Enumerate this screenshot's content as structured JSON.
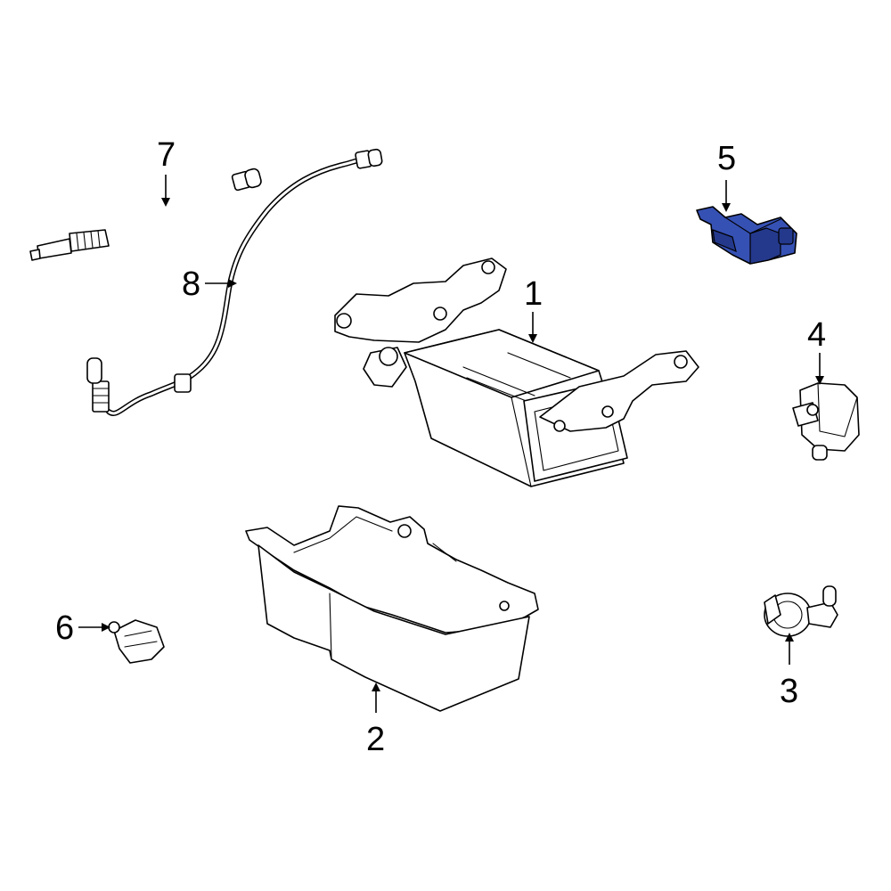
{
  "colors": {
    "background": "#ffffff",
    "line": "#000000",
    "highlight": "#3651b4",
    "highlight_dark": "#24398c"
  },
  "callouts": [
    {
      "id": "1",
      "label": "1"
    },
    {
      "id": "2",
      "label": "2"
    },
    {
      "id": "3",
      "label": "3"
    },
    {
      "id": "4",
      "label": "4"
    },
    {
      "id": "5",
      "label": "5"
    },
    {
      "id": "6",
      "label": "6"
    },
    {
      "id": "7",
      "label": "7"
    },
    {
      "id": "8",
      "label": "8"
    }
  ],
  "highlighted_part": "5"
}
